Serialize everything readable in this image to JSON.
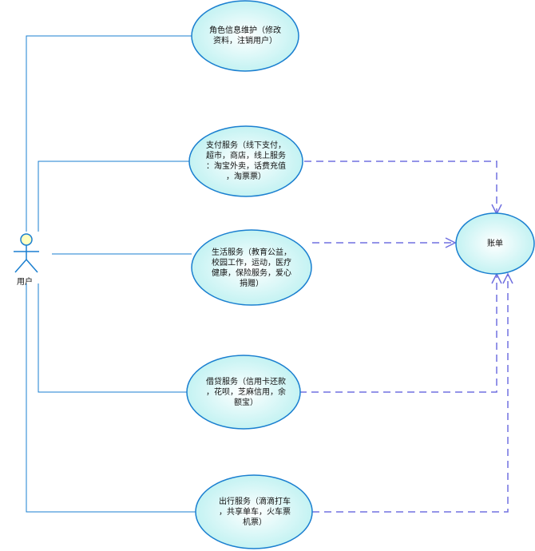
{
  "diagram": {
    "actor": {
      "name": "用户"
    },
    "use_cases": [
      {
        "id": "uc1",
        "label": "角色信息维护（修改\n资料，注销用户）"
      },
      {
        "id": "uc2",
        "label": "支付服务（线下支付，\n超市，商店，线上服务\n：淘宝外卖，话费充值\n，淘票票）"
      },
      {
        "id": "uc3",
        "label": "生活服务（教育公益，\n校园工作，运动，医疗\n健康，保险服务，爱心\n捐赠）"
      },
      {
        "id": "uc4",
        "label": "借贷服务（信用卡还款\n，花呗，芝麻信用，余\n额宝）"
      },
      {
        "id": "uc5",
        "label": "出行服务（滴滴打车\n，共享单车，火车票\n机票）"
      }
    ],
    "target": {
      "id": "bill",
      "label": "账单"
    },
    "colors": {
      "ellipse_fill_center": "#ffffff",
      "ellipse_fill_edge": "#b8f0f0",
      "ellipse_stroke": "#1a7fd0",
      "line": "#1a7fd0",
      "dashed": "#7070e0",
      "actor_head": "#ffffc0"
    }
  }
}
